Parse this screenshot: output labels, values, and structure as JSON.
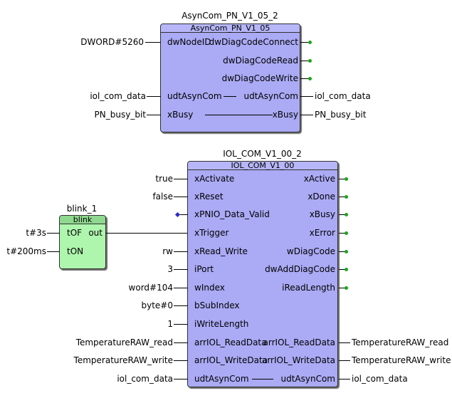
{
  "asyn_block": {
    "instance": "AsynCom_PN_V1_05_2",
    "type": "AsynCom_PN_V1_05",
    "inputs": [
      {
        "pin": "dwNodeID",
        "value": "DWORD#5260"
      },
      {
        "pin": "udtAsynCom",
        "value": "iol_com_data"
      },
      {
        "pin": "xBusy",
        "value": "PN_busy_bit"
      }
    ],
    "outputs": [
      {
        "pin": "dwDiagCodeConnect",
        "value": ""
      },
      {
        "pin": "dwDiagCodeRead",
        "value": ""
      },
      {
        "pin": "dwDiagCodeWrite",
        "value": ""
      },
      {
        "pin": "udtAsynCom",
        "value": "iol_com_data"
      },
      {
        "pin": "xBusy",
        "value": "PN_busy_bit"
      }
    ]
  },
  "blink_block": {
    "instance": "blink_1",
    "type": "blink",
    "inputs": [
      {
        "pin": "tOF",
        "value": "t#3s"
      },
      {
        "pin": "tON",
        "value": "t#200ms"
      }
    ],
    "outputs": [
      {
        "pin": "out"
      }
    ]
  },
  "iol_block": {
    "instance": "IOL_COM_V1_00_2",
    "type": "IOL_COM_V1_00",
    "inputs": [
      {
        "pin": "xActivate",
        "value": "true"
      },
      {
        "pin": "xReset",
        "value": "false"
      },
      {
        "pin": "xPNIO_Data_Valid",
        "value": ""
      },
      {
        "pin": "xTrigger",
        "value": ""
      },
      {
        "pin": "xRead_Write",
        "value": "rw"
      },
      {
        "pin": "iPort",
        "value": "3"
      },
      {
        "pin": "wIndex",
        "value": "word#104"
      },
      {
        "pin": "bSubIndex",
        "value": "byte#0"
      },
      {
        "pin": "iWriteLength",
        "value": "1"
      },
      {
        "pin": "arrIOL_ReadData",
        "value": "TemperatureRAW_read"
      },
      {
        "pin": "arrIOL_WriteData",
        "value": "TemperatureRAW_write"
      },
      {
        "pin": "udtAsynCom",
        "value": "iol_com_data"
      }
    ],
    "outputs": [
      {
        "pin": "xActive",
        "value": ""
      },
      {
        "pin": "xDone",
        "value": ""
      },
      {
        "pin": "xBusy",
        "value": ""
      },
      {
        "pin": "xError",
        "value": ""
      },
      {
        "pin": "wDiagCode",
        "value": ""
      },
      {
        "pin": "dwAddDiagCode",
        "value": ""
      },
      {
        "pin": "iReadLength",
        "value": ""
      },
      {
        "pin": "arrIOL_ReadData",
        "value": "TemperatureRAW_read"
      },
      {
        "pin": "arrIOL_WriteData",
        "value": "TemperatureRAW_write"
      },
      {
        "pin": "udtAsynCom",
        "value": "iol_com_data"
      }
    ]
  },
  "colors": {
    "block_fill": "#aaaaf5",
    "blink_fill": "#aef5ae",
    "output_dot": "#1aa51a",
    "input_marker": "#2a2ac8"
  }
}
